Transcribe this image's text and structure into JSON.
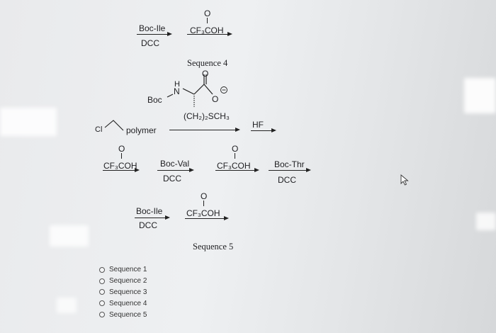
{
  "reagents": {
    "row1": {
      "boc_ile": "Boc-Ile",
      "dcc": "DCC",
      "acid": "CF₃COH",
      "o": "O"
    },
    "sequence4_label": "Sequence 4",
    "thr_structure": {
      "boc": "Boc",
      "nh_h": "H",
      "nh_n": "N",
      "carbonyl_o": "O",
      "anion_o": "O",
      "side_chain": "(CH₂)₂SCH₃"
    },
    "resin": {
      "cl": "Cl",
      "polymer": "polymer"
    },
    "hf": "HF",
    "row3": {
      "acid1": "CF₃COH",
      "o1": "O",
      "boc_val": "Boc-Val",
      "dcc1": "DCC",
      "acid2": "CF₃COH",
      "o2": "O",
      "boc_thr": "Boc-Thr",
      "dcc2": "DCC"
    },
    "row4": {
      "boc_ile": "Boc-Ile",
      "dcc": "DCC",
      "acid": "CF₃COH",
      "o": "O"
    },
    "sequence5_label": "Sequence 5"
  },
  "answer_options": [
    "Sequence 1",
    "Sequence 2",
    "Sequence 3",
    "Sequence 4",
    "Sequence 5"
  ]
}
